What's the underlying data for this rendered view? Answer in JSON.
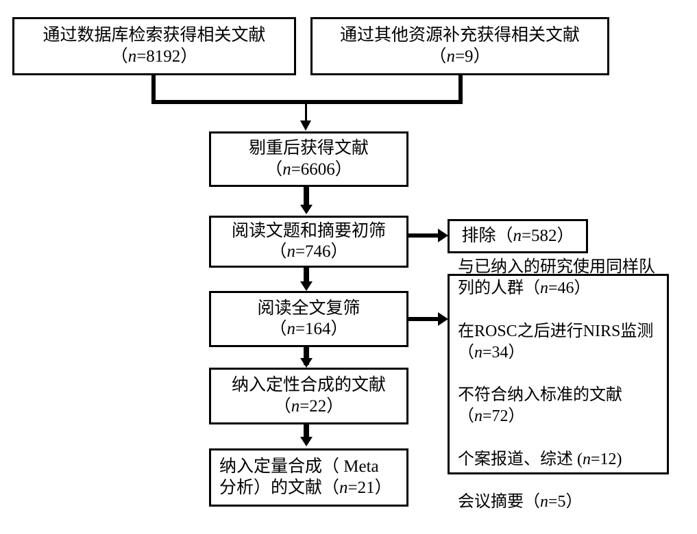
{
  "diagram": {
    "type": "prisma-flowchart",
    "language": "zh-CN",
    "colors": {
      "background": "#ffffff",
      "stroke": "#000000",
      "text": "#000000"
    },
    "boxes": {
      "database_search": {
        "line1": "通过数据库检索获得相关文献",
        "line2_prefix": "（",
        "line2_italic": "n",
        "line2_suffix": "=8192）",
        "count": 8192
      },
      "other_sources": {
        "line1": "通过其他资源补充获得相关文献",
        "line2_prefix": "（",
        "line2_italic": "n",
        "line2_suffix": "=9）",
        "count": 9
      },
      "deduplicated": {
        "line1": "剔重后获得文献",
        "line2_prefix": "（",
        "line2_italic": "n",
        "line2_suffix": "=6606）",
        "count": 6606
      },
      "title_abstract_screen": {
        "line1": "阅读文题和摘要初筛",
        "line2_prefix": "（",
        "line2_italic": "n",
        "line2_suffix": "=746）",
        "count": 746
      },
      "excluded_screen": {
        "line1_prefix": "排除（",
        "line1_italic": "n",
        "line1_suffix": "=582）",
        "count": 582
      },
      "fulltext_screen": {
        "line1": "阅读全文复筛",
        "line2_prefix": "（",
        "line2_italic": "n",
        "line2_suffix": "=164）",
        "count": 164
      },
      "qualitative_synthesis": {
        "line1": "纳入定性合成的文献",
        "line2_prefix": "（",
        "line2_italic": "n",
        "line2_suffix": "=22）",
        "count": 22
      },
      "quantitative_synthesis": {
        "line1": "纳入定量合成（ Meta",
        "line2_prefix": "分析）的文献（",
        "line2_italic": "n",
        "line2_suffix": "=21）",
        "count": 21
      },
      "exclusion_reasons": {
        "items": [
          {
            "text_prefix": "与已纳入的研究使用同样队列的人群（",
            "italic": "n",
            "text_suffix": "=46）",
            "count": 46
          },
          {
            "text_prefix": "在ROSC之后进行NIRS监测（",
            "italic": "n",
            "text_suffix": "=34）",
            "count": 34
          },
          {
            "text_prefix": "不符合纳入标准的文献（",
            "italic": "n",
            "text_suffix": "=72）",
            "count": 72
          },
          {
            "text_prefix": "个案报道、综述 (",
            "italic": "n",
            "text_suffix": "=12)",
            "count": 12
          },
          {
            "text_prefix": "会议摘要（",
            "italic": "n",
            "text_suffix": "=5）",
            "count": 5
          }
        ]
      }
    }
  }
}
